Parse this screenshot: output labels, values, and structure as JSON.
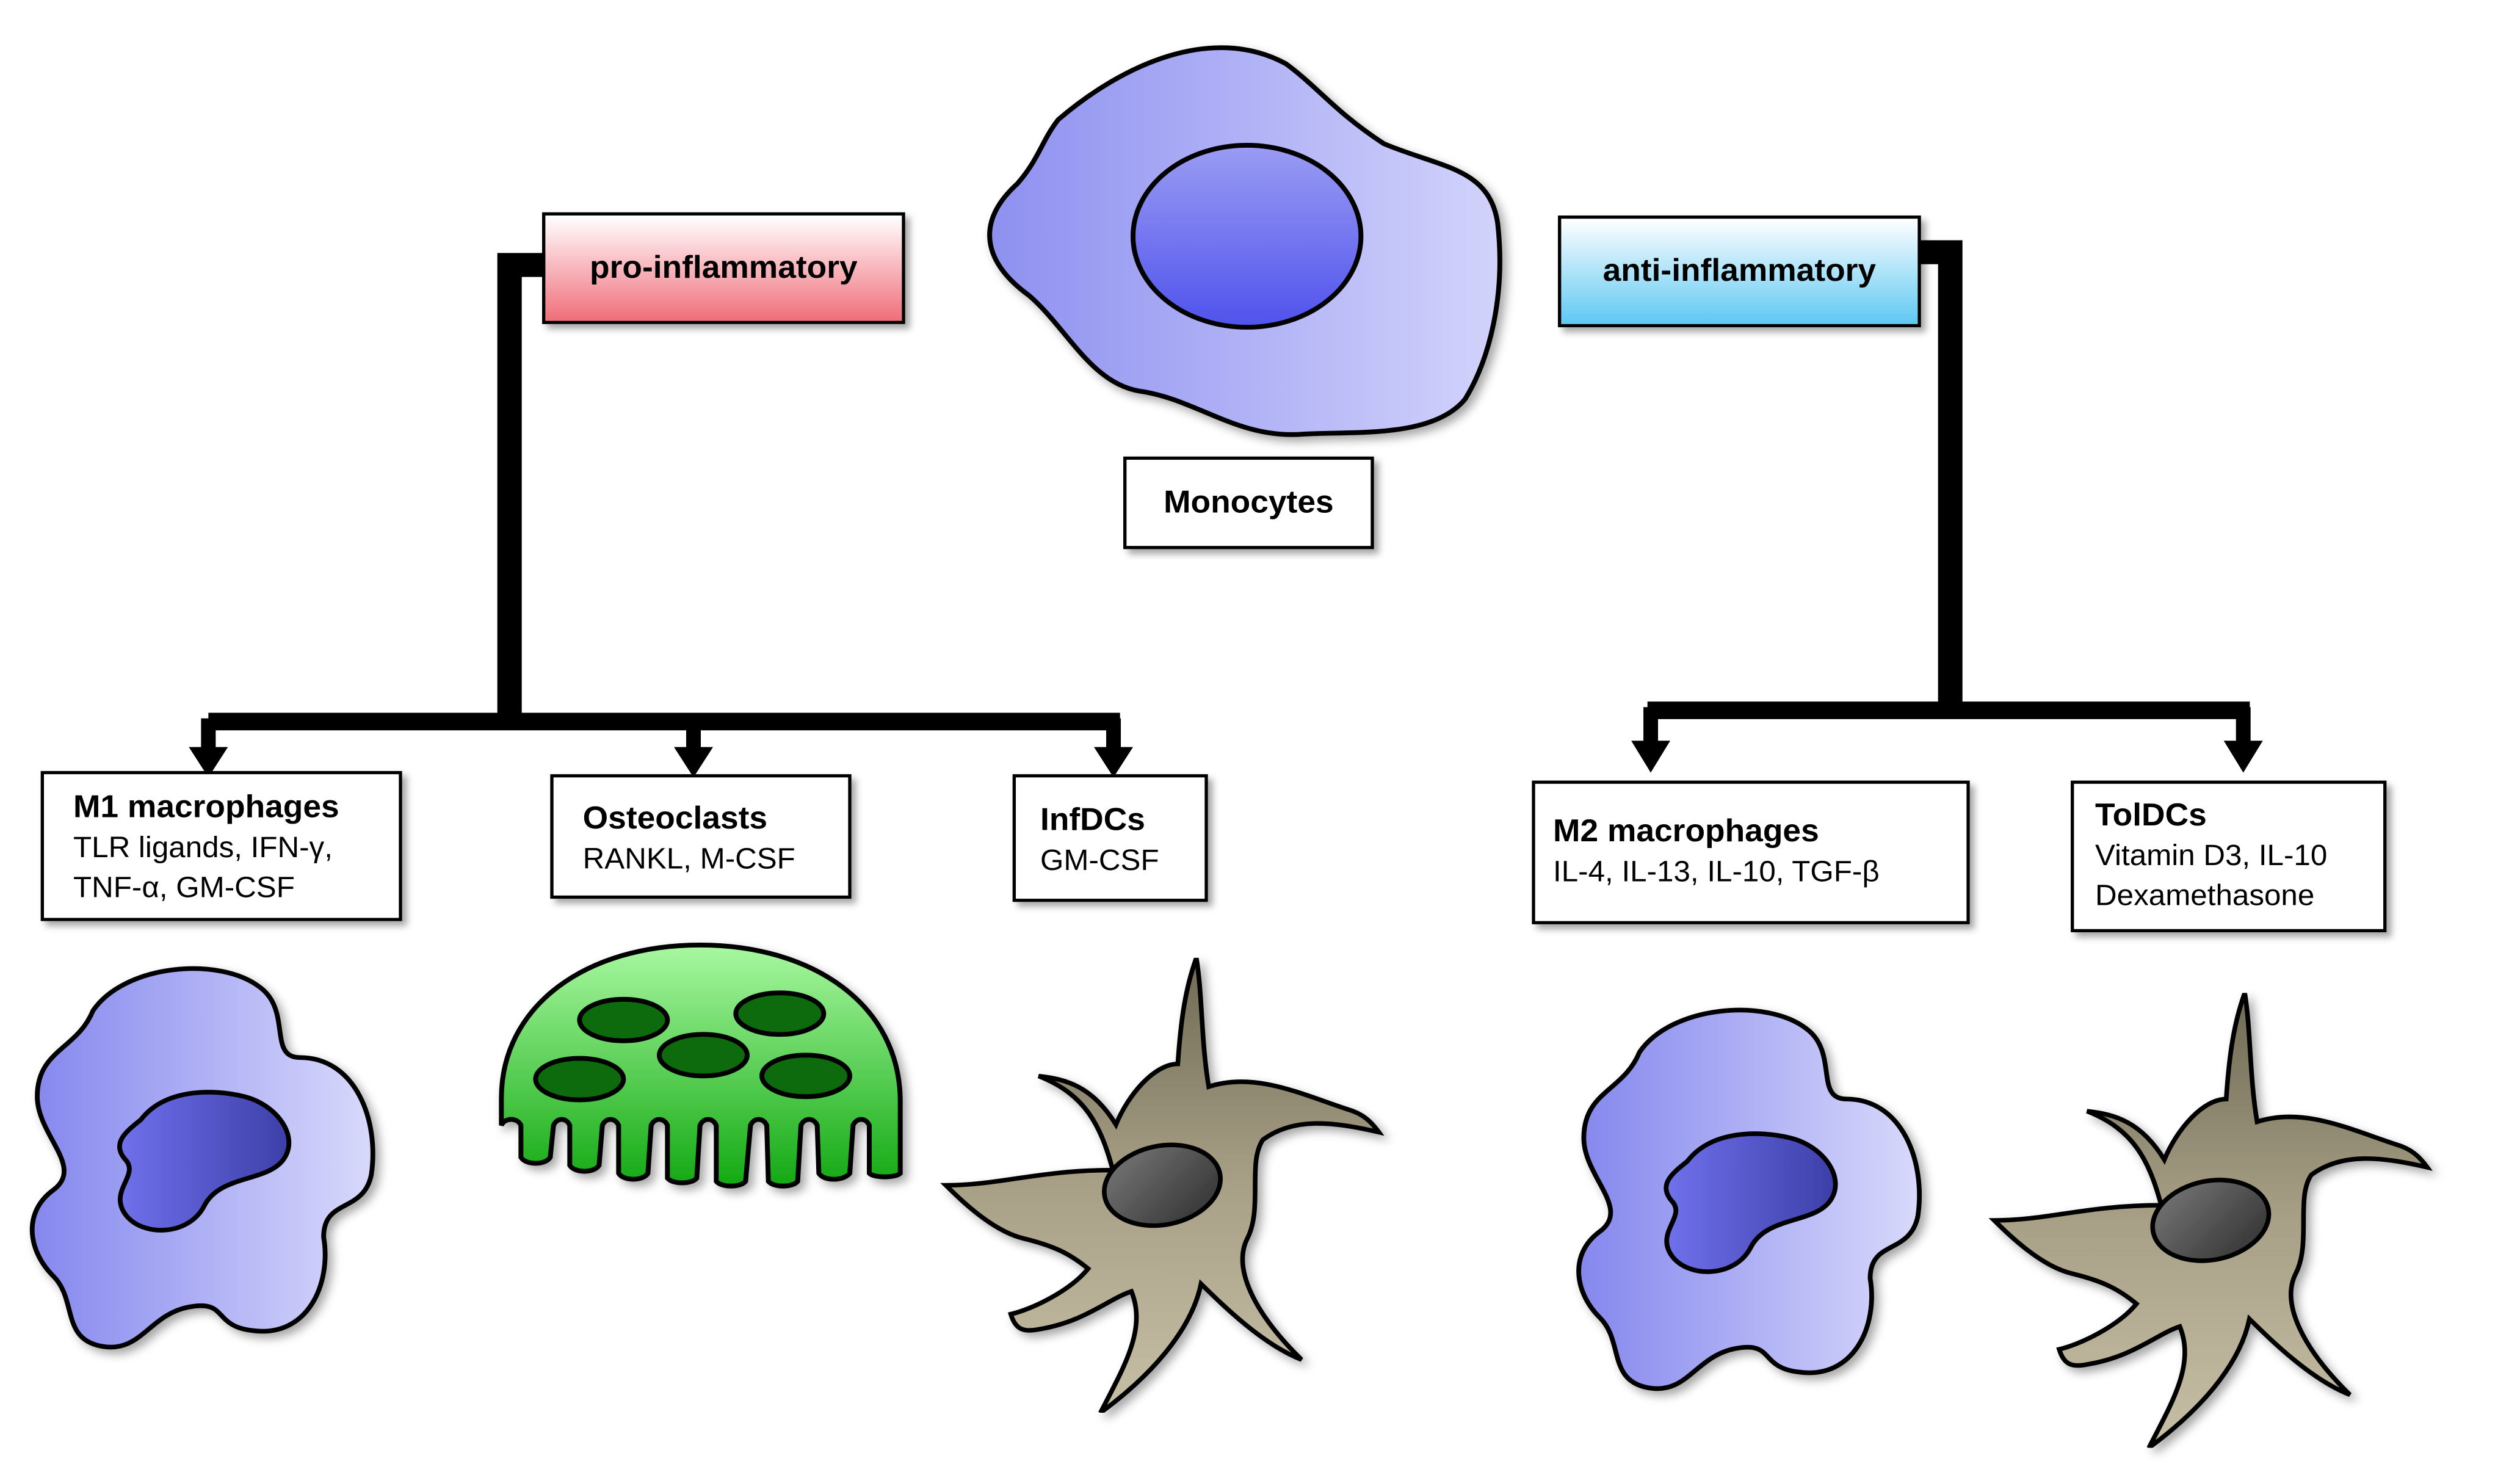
{
  "root": {
    "label": "Monocytes"
  },
  "branches": {
    "pro": {
      "label": "pro-inflammatory",
      "color": "#f06e7a"
    },
    "anti": {
      "label": "anti-inflammatory",
      "color": "#5ec8f2"
    }
  },
  "cells": {
    "m1": {
      "title": "M1 macrophages",
      "line1": "TLR ligands,  IFN-γ,",
      "line2": "TNF-α, GM-CSF"
    },
    "osteo": {
      "title": "Osteoclasts",
      "line1": "RANKL, M-CSF"
    },
    "infdc": {
      "title": "InfDCs",
      "line1": "GM-CSF"
    },
    "m2": {
      "title": "M2 macrophages",
      "line1": "IL-4, IL-13, IL-10, TGF-β"
    },
    "toldc": {
      "title": "TolDCs",
      "line1": "Vitamin D3, IL-10",
      "line2": "Dexamethasone"
    }
  },
  "colors": {
    "monocyte_body": "#a6a8f5",
    "nucleus": "#6a6cf0",
    "osteoclast": "#2fc42f",
    "osteoclast_nucleus": "#0f6a0f",
    "dendritic": "#a39b7f",
    "dendritic_nucleus": "#4d4d4d"
  }
}
